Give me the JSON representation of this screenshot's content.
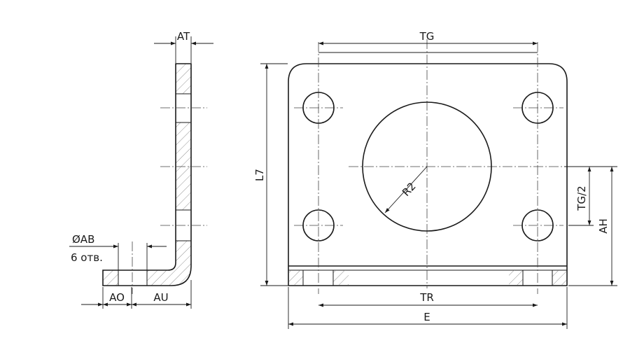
{
  "labels": {
    "at": "AT",
    "tg": "TG",
    "l7": "L7",
    "r2": "R2",
    "tg_half": "TG/2",
    "ah": "AH",
    "tr": "TR",
    "e": "E",
    "ab": "ØAB",
    "holes": "6 отв.",
    "ao": "AO",
    "au": "AU"
  }
}
